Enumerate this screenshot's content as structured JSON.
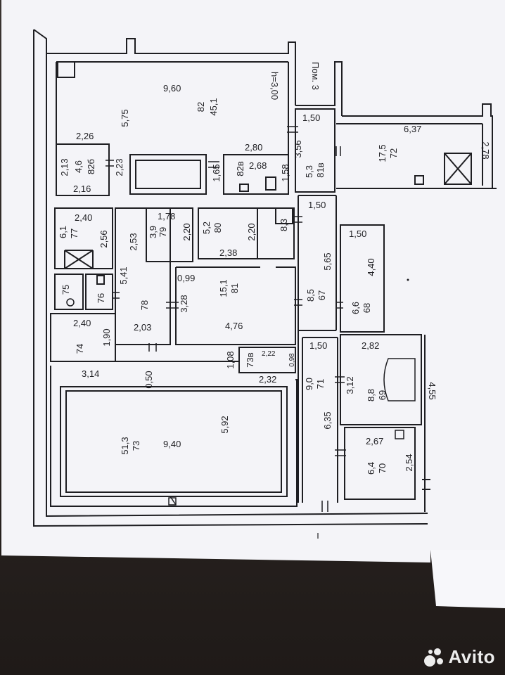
{
  "plan": {
    "rooms": [
      {
        "id": "82",
        "area": "45,1"
      },
      {
        "id": "82б",
        "area": "4,6"
      },
      {
        "id": "82в",
        "area": ""
      },
      {
        "id": "81в",
        "area": "5,3"
      },
      {
        "id": "72",
        "area": "17,5"
      },
      {
        "id": "77",
        "area": "6,1"
      },
      {
        "id": "79",
        "area": "3,9"
      },
      {
        "id": "80",
        "area": "5,2"
      },
      {
        "id": "81",
        "area": "15,1"
      },
      {
        "id": "67",
        "area": "8,5"
      },
      {
        "id": "68",
        "area": "6,6"
      },
      {
        "id": "75",
        "area": ""
      },
      {
        "id": "76",
        "area": ""
      },
      {
        "id": "78",
        "area": ""
      },
      {
        "id": "74",
        "area": ""
      },
      {
        "id": "73в",
        "area": ""
      },
      {
        "id": "71",
        "area": "9,0"
      },
      {
        "id": "69",
        "area": "8,8"
      },
      {
        "id": "73",
        "area": "51,3"
      },
      {
        "id": "70",
        "area": "6,4"
      },
      {
        "id": "8,3",
        "area": ""
      }
    ],
    "labels": {
      "room82_width": "9,60",
      "room82_depth": "5,75",
      "ceiling_height": "h=3,00",
      "pom3": "Пом. 3",
      "d_2_26": "2,26",
      "d_2_13": "2,13",
      "d_2_16": "2,16",
      "d_2_23": "2,23",
      "d_2_80": "2,80",
      "d_2_68": "2,68",
      "d_1_65": "1,65",
      "d_1_58": "1,58",
      "d_1_50_a": "1,50",
      "d_3_56": "3,56",
      "d_6_37": "6,37",
      "d_2_78": "2,78",
      "d_2_40_a": "2,40",
      "d_2_56": "2,56",
      "d_1_78": "1,78",
      "d_2_20_a": "2,20",
      "d_2_20_b": "2,20",
      "d_2_38": "2,38",
      "d_2_53": "2,53",
      "d_1_50_b": "1,50",
      "d_1_50_c": "1,50",
      "d_5_65": "5,65",
      "d_4_40": "4,40",
      "d_0_99": "0,99",
      "d_5_41": "5,41",
      "d_3_28": "3,28",
      "d_4_76": "4,76",
      "d_2_03": "2,03",
      "d_2_40_b": "2,40",
      "d_1_90": "1,90",
      "d_3_14": "3,14",
      "d_0_50": "0,50",
      "d_1_08": "1,08",
      "d_2_22": "2,22",
      "d_0_98": "0,98",
      "d_2_32": "2,32",
      "d_1_50_d": "1,50",
      "d_2_82": "2,82",
      "d_3_12": "3,12",
      "d_4_55": "4,55",
      "d_6_35": "6,35",
      "d_5_92": "5,92",
      "d_9_40": "9,40",
      "d_2_67": "2,67",
      "d_2_54": "2,54"
    }
  },
  "watermark": {
    "text": "Avito"
  },
  "colors": {
    "paper": "#f4f4f8",
    "ink": "#1e1e22",
    "desk": "#2b2522"
  }
}
